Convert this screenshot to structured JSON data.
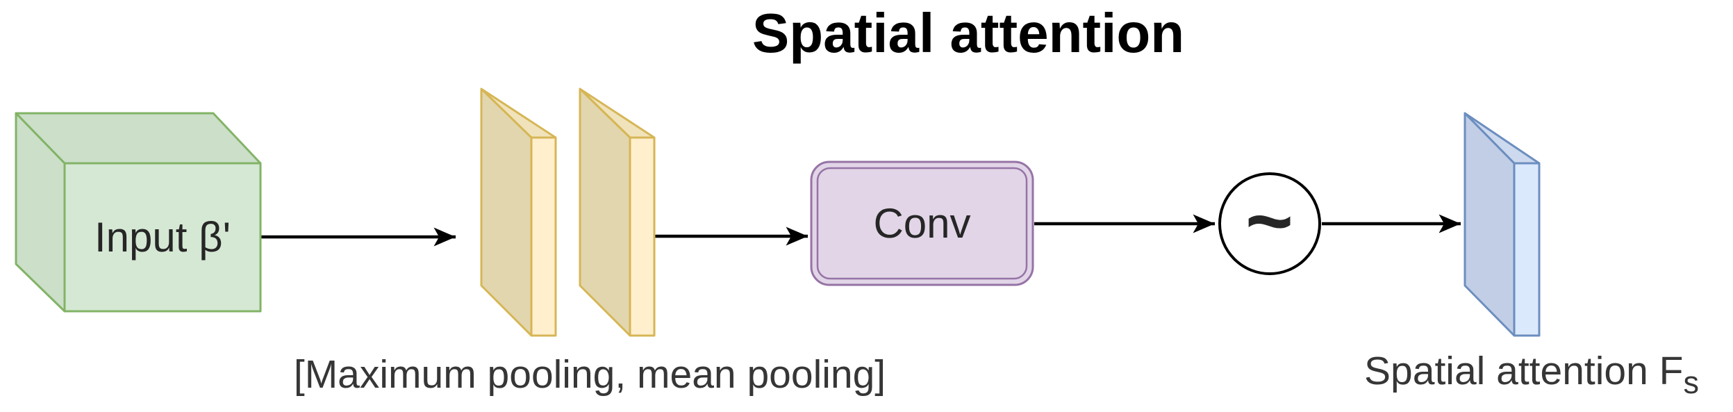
{
  "title": "Spatial attention",
  "nodes": {
    "input_label": "Input β'",
    "conv_label": "Conv",
    "activation_symbol": "~"
  },
  "captions": {
    "pooling": "[Maximum pooling, mean pooling]",
    "output_main": "Spatial attention F",
    "output_sub": "s"
  },
  "colors": {
    "input_box": {
      "front_fill": "#d5e8d4",
      "side_fill": "#cbdfc9",
      "stroke": "#82b366"
    },
    "pooling_slab": {
      "front_fill": "#ffefcd",
      "side_fill": "#e2d6ae",
      "top_fill": "#f0e3bb",
      "stroke": "#d6b656"
    },
    "conv_box": {
      "fill": "#e1d5e7",
      "stroke": "#9673a6"
    },
    "activation_circle": {
      "fill": "#ffffff",
      "stroke": "#000000"
    },
    "output_slab": {
      "front_fill": "#dbe9fc",
      "side_fill": "#c2cee6",
      "top_fill": "#cdd9ee",
      "stroke": "#6c8ebf"
    },
    "arrow": "#000000"
  }
}
